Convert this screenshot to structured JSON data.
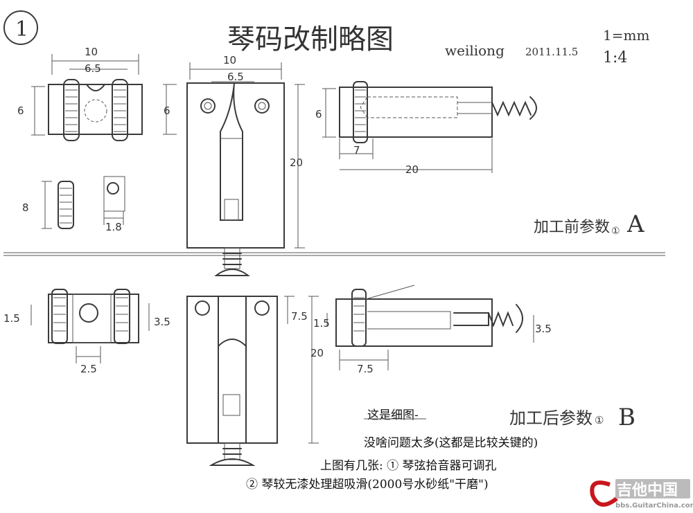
{
  "sheet_number": "1",
  "title": "琴码改制略图",
  "author": "weiliong",
  "date": "2011.11.5",
  "scale": {
    "unit": "1=mm",
    "ratio": "1:4"
  },
  "section_a": {
    "label": "加工前参数",
    "circle": "①",
    "letter": "A"
  },
  "section_b": {
    "label": "加工后参数",
    "circle": "①",
    "letter": "B"
  },
  "dimensions_a": {
    "left_width": "10",
    "left_inner": "6.5",
    "left_height": "6",
    "small_height": "8",
    "small_hole": "1.8",
    "center_width": "10",
    "center_inner": "6.5",
    "center_top": "6",
    "center_height": "20",
    "right_height": "6",
    "right_offset": "7",
    "right_length": "20"
  },
  "dimensions_b": {
    "left_a": "1.5",
    "left_b": "3.5",
    "left_width": "2.5",
    "center_top": "7.5",
    "center_height": "20",
    "right_a": "1.5",
    "right_b": "3.5",
    "right_offset": "7.5"
  },
  "notes": {
    "heading": "这是细图-",
    "line1": "没啥问题太多(这都是比较关键的)",
    "line2": "上图有几张: ① 琴弦拾音器可调孔",
    "line3": "② 琴较无漆处理超吸滑(2000号水砂纸\"干磨\")"
  },
  "watermark": {
    "name": "吉他中国",
    "site": "bbs.GuitarChina.com"
  }
}
